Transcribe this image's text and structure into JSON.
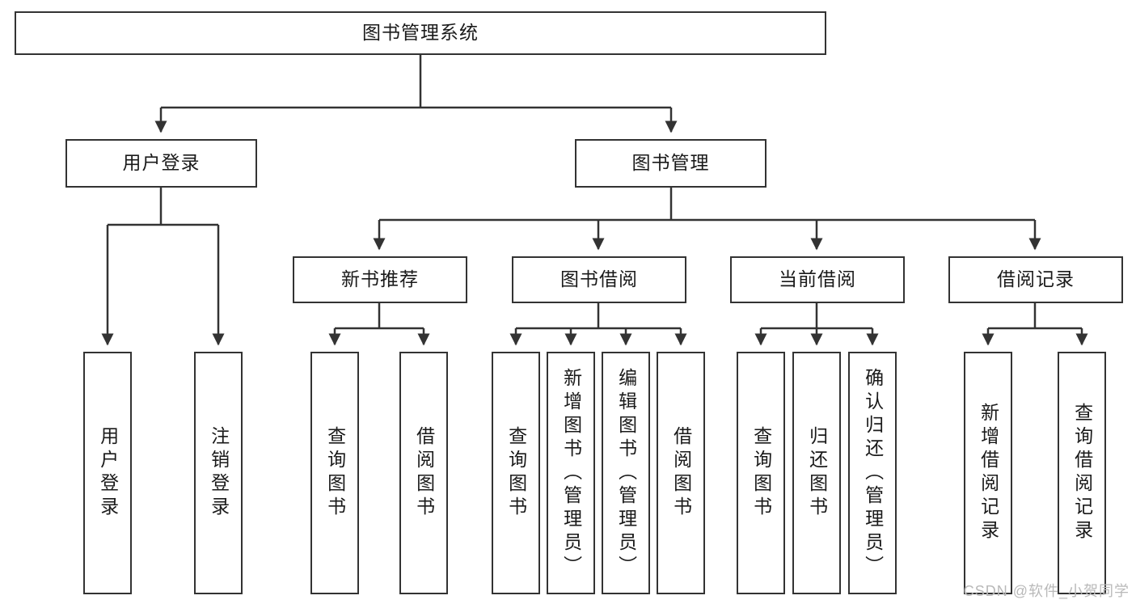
{
  "diagram": {
    "title": "图书管理系统",
    "type": "tree-hierarchy-chart",
    "colors": {
      "box_border": "#333333",
      "box_fill": "#ffffff",
      "connector": "#333333",
      "text": "#1a1a1a",
      "watermark": "#b9b9b9"
    },
    "root": {
      "label": "图书管理系统"
    },
    "level2": [
      {
        "label": "用户登录"
      },
      {
        "label": "图书管理"
      }
    ],
    "level3": [
      {
        "label": "新书推荐"
      },
      {
        "label": "图书借阅"
      },
      {
        "label": "当前借阅"
      },
      {
        "label": "借阅记录"
      }
    ],
    "leaves": {
      "user_login": [
        {
          "label": "用户登录"
        },
        {
          "label": "注销登录"
        }
      ],
      "new_book_recommend": [
        {
          "label": "查询图书"
        },
        {
          "label": "借阅图书"
        }
      ],
      "book_borrow": [
        {
          "label": "查询图书"
        },
        {
          "label": "新增图书（管理员）"
        },
        {
          "label": "编辑图书（管理员）"
        },
        {
          "label": "借阅图书"
        }
      ],
      "current_borrow": [
        {
          "label": "查询图书"
        },
        {
          "label": "归还图书"
        },
        {
          "label": "确认归还（管理员）"
        }
      ],
      "borrow_record": [
        {
          "label": "新增借阅记录"
        },
        {
          "label": "查询借阅记录"
        }
      ]
    }
  },
  "watermark": {
    "text": "CSDN @软件_小贺同学"
  }
}
